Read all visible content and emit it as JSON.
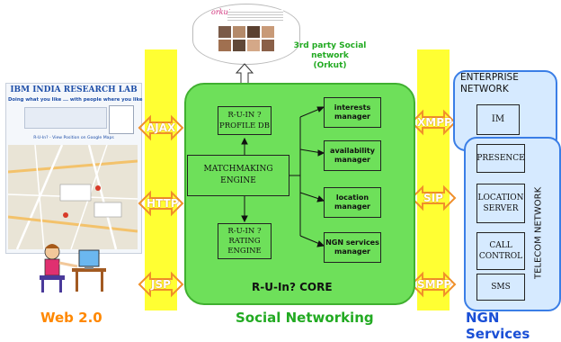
{
  "web20": {
    "screenshot_title": "IBM INDIA RESEARCH LAB",
    "tagline": "Doing what you like ... with people where you like",
    "map_title": "R-U-In? - View Position on Google Maps",
    "bottom_label": "Web 2.0",
    "color": "#ff8800"
  },
  "protocols_left": [
    "AJAX",
    "HTTP",
    "JSP"
  ],
  "protocols_right": [
    "XMPP",
    "SIP",
    "SMPP"
  ],
  "social_network": {
    "label_line1": "3rd party Social",
    "label_line2": "network",
    "label_line3": "(Orkut)",
    "logo": "orkut",
    "color": "#22aa22"
  },
  "core": {
    "title": "R-U-In? CORE",
    "profile_db": [
      "R-U-IN ?",
      "PROFILE DB"
    ],
    "matchmaking": [
      "MATCHMAKING",
      "ENGINE"
    ],
    "rating": [
      "R-U-IN ?",
      "RATING",
      "ENGINE"
    ],
    "managers": [
      [
        "interests",
        "manager"
      ],
      [
        "availability",
        "manager"
      ],
      [
        "location",
        "manager"
      ],
      [
        "NGN services",
        "manager"
      ]
    ],
    "bottom_label": "Social Networking",
    "color": "#22aa22"
  },
  "ngn": {
    "enterprise_title": [
      "ENTERPRISE",
      "NETWORK"
    ],
    "telecom_title": "TELECOM NETWORK",
    "im": "IM",
    "presence": "PRESENCE",
    "location_server": [
      "LOCATION",
      "SERVER"
    ],
    "call_control": [
      "CALL",
      "CONTROL"
    ],
    "sms": "SMS",
    "bottom_label": "NGN Services",
    "color": "#1a4fd6"
  }
}
